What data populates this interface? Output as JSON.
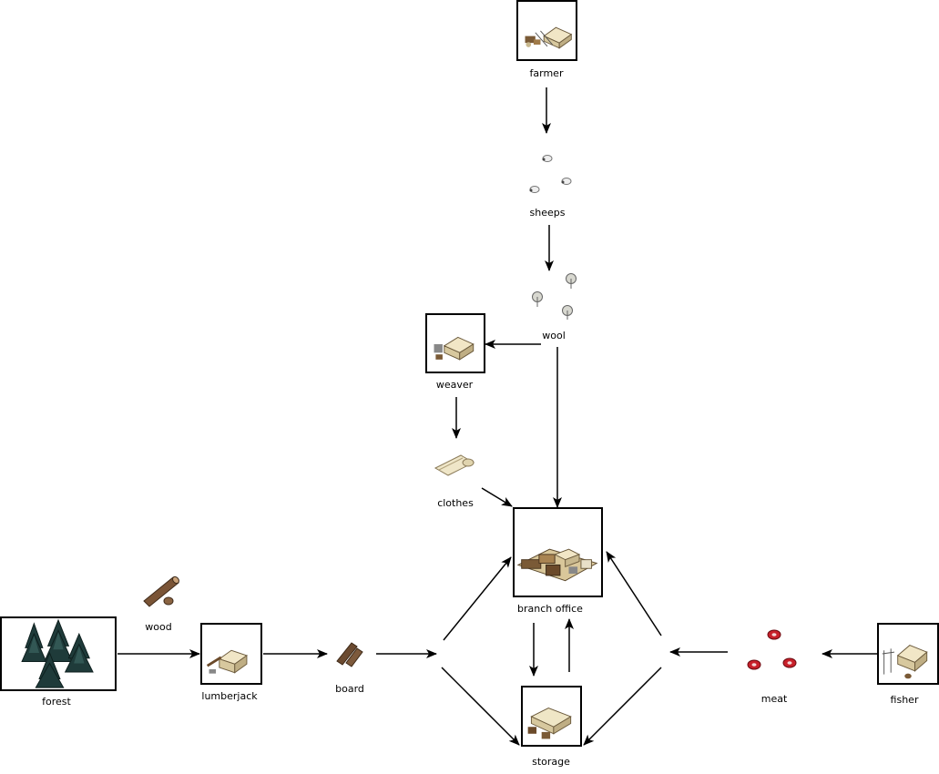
{
  "nodes": {
    "farmer": "farmer",
    "sheeps": "sheeps",
    "wool": "wool",
    "weaver": "weaver",
    "clothes": "clothes",
    "branch_office": "branch office",
    "storage": "storage",
    "wood": "wood",
    "forest": "forest",
    "lumberjack": "lumberjack",
    "board": "board",
    "meat": "meat",
    "fisher": "fisher"
  },
  "edges": [
    {
      "from": "farmer",
      "to": "sheeps"
    },
    {
      "from": "sheeps",
      "to": "wool"
    },
    {
      "from": "wool",
      "to": "weaver"
    },
    {
      "from": "wool",
      "to": "branch_office"
    },
    {
      "from": "weaver",
      "to": "clothes"
    },
    {
      "from": "clothes",
      "to": "branch_office"
    },
    {
      "from": "forest",
      "to": "lumberjack"
    },
    {
      "from": "lumberjack",
      "to": "board"
    },
    {
      "from": "board",
      "to": "junction_left"
    },
    {
      "from": "junction_left",
      "to": "branch_office"
    },
    {
      "from": "junction_left",
      "to": "storage"
    },
    {
      "from": "branch_office",
      "to": "storage"
    },
    {
      "from": "storage",
      "to": "branch_office"
    },
    {
      "from": "fisher",
      "to": "meat"
    },
    {
      "from": "meat",
      "to": "junction_right"
    },
    {
      "from": "junction_right",
      "to": "branch_office"
    },
    {
      "from": "junction_right",
      "to": "storage"
    }
  ]
}
